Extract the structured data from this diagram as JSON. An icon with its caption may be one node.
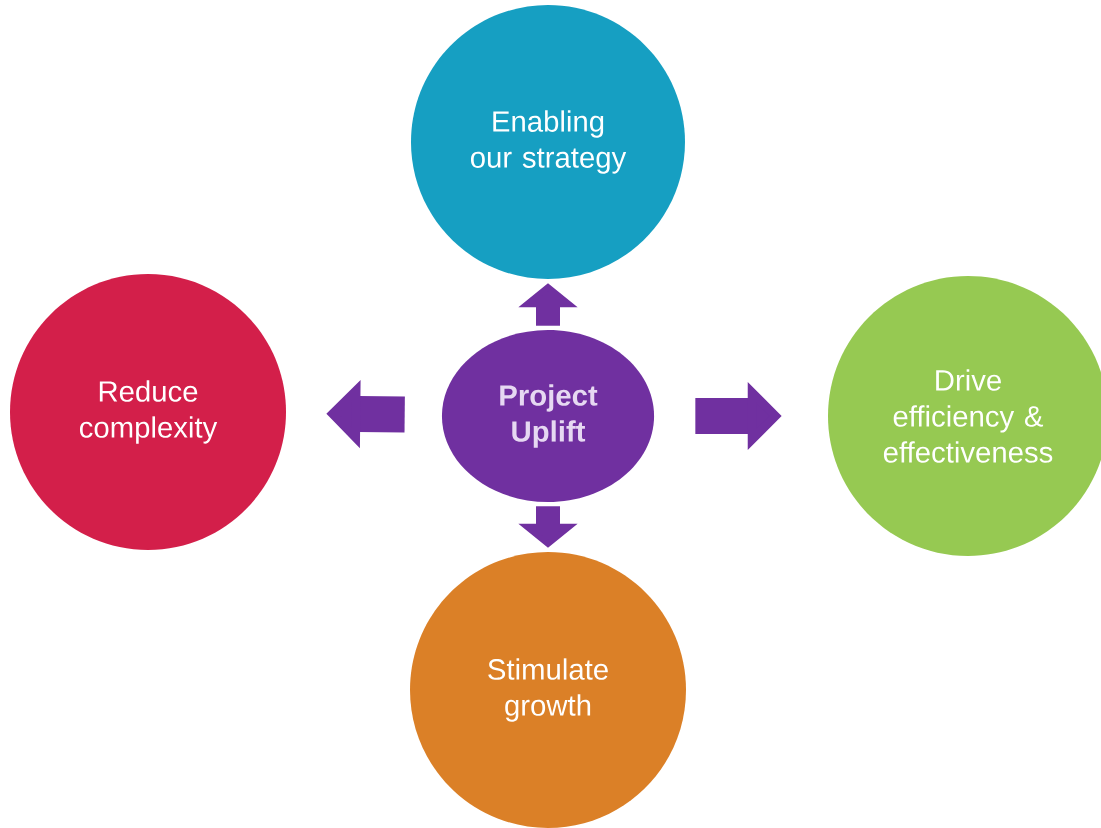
{
  "diagram": {
    "nodes": [
      {
        "text": [
          "Project Uplift"
        ]
      },
      {
        "text": [
          "Enabling our strategy"
        ]
      },
      {
        "text": [
          "Reduce complexity"
        ]
      },
      {
        "text": [
          "Drive efficiency & effectiveness"
        ]
      },
      {
        "text": [
          "Stimulate growth"
        ]
      }
    ],
    "edges": [
      {
        "from": 0,
        "to": 1,
        "arrow": "to"
      },
      {
        "from": 0,
        "to": 2,
        "arrow": "to"
      },
      {
        "from": 0,
        "to": 3,
        "arrow": "to"
      },
      {
        "from": 0,
        "to": 4,
        "arrow": "to"
      }
    ]
  }
}
